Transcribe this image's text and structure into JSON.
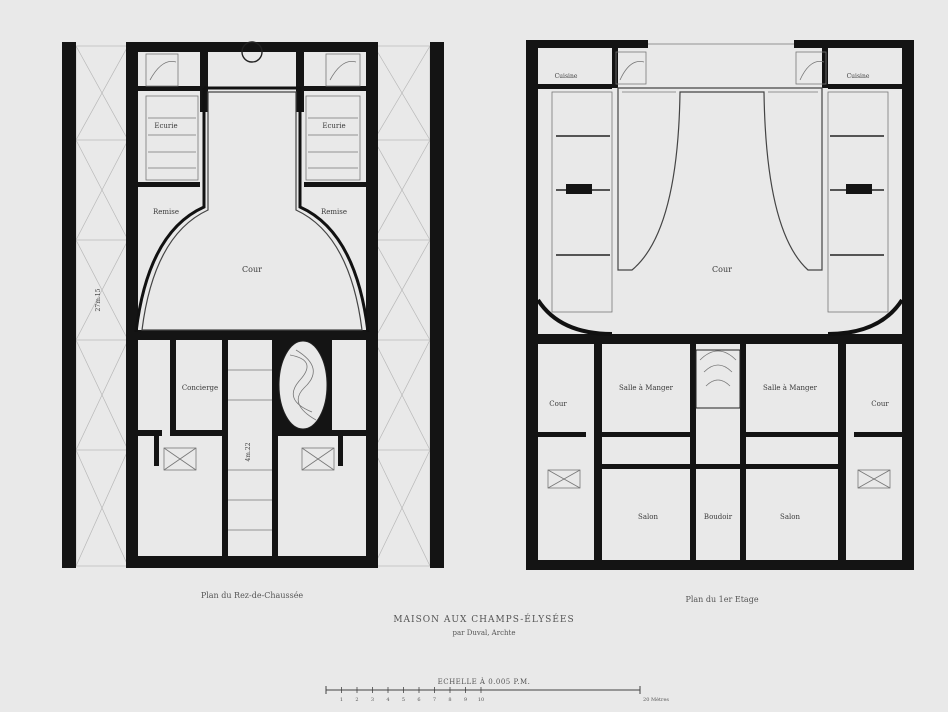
{
  "ground_plan": {
    "caption": "Plan du Rez-de-Chaussée",
    "rooms": {
      "ecurie_left": "Ecurie",
      "ecurie_right": "Ecurie",
      "remise_left": "Remise",
      "remise_right": "Remise",
      "cour": "Cour",
      "concierge": "Concierge"
    },
    "dim_side": "27m.15",
    "dim_center": "4m.22"
  },
  "first_floor_plan": {
    "caption": "Plan du 1er Etage",
    "rooms": {
      "cuisine_left": "Cuisine",
      "cuisine_right": "Cuisine",
      "cour": "Cour",
      "salle_left": "Salle à Manger",
      "salle_right": "Salle à Manger",
      "cour_left": "Cour",
      "cour_right": "Cour",
      "salon_left": "Salon",
      "boudoir": "Boudoir",
      "salon_right": "Salon"
    }
  },
  "title": {
    "main": "MAISON AUX CHAMPS-ÉLYSÉES",
    "author": "par Duval, Archte"
  },
  "scale": {
    "label": "ECHELLE À 0.005 P.M.",
    "ticks": [
      "1",
      "2",
      "3",
      "4",
      "5",
      "6",
      "7",
      "8",
      "9",
      "10"
    ],
    "unit": "20 Mètres"
  }
}
